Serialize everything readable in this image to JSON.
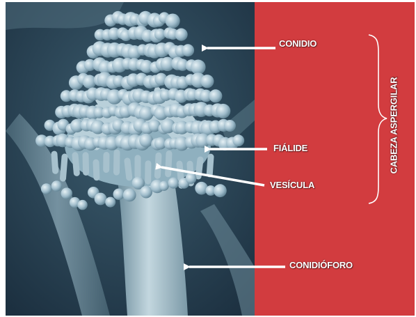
{
  "labels": {
    "conidio": "CONIDIO",
    "fialide": "FIÁLIDE",
    "vesicula": "VESÍCULA",
    "conidioforo": "CONIDIÓFORO",
    "cabeza": "CABEZA ASPERGILAR"
  },
  "colors": {
    "panel": "#d23c3f",
    "micrograph_bg": "#2f4a5a",
    "structure": "#a9c3cf",
    "arrow": "#ffffff"
  },
  "icons": {
    "arrow": "left-arrow-icon",
    "brace": "curly-brace-icon"
  }
}
